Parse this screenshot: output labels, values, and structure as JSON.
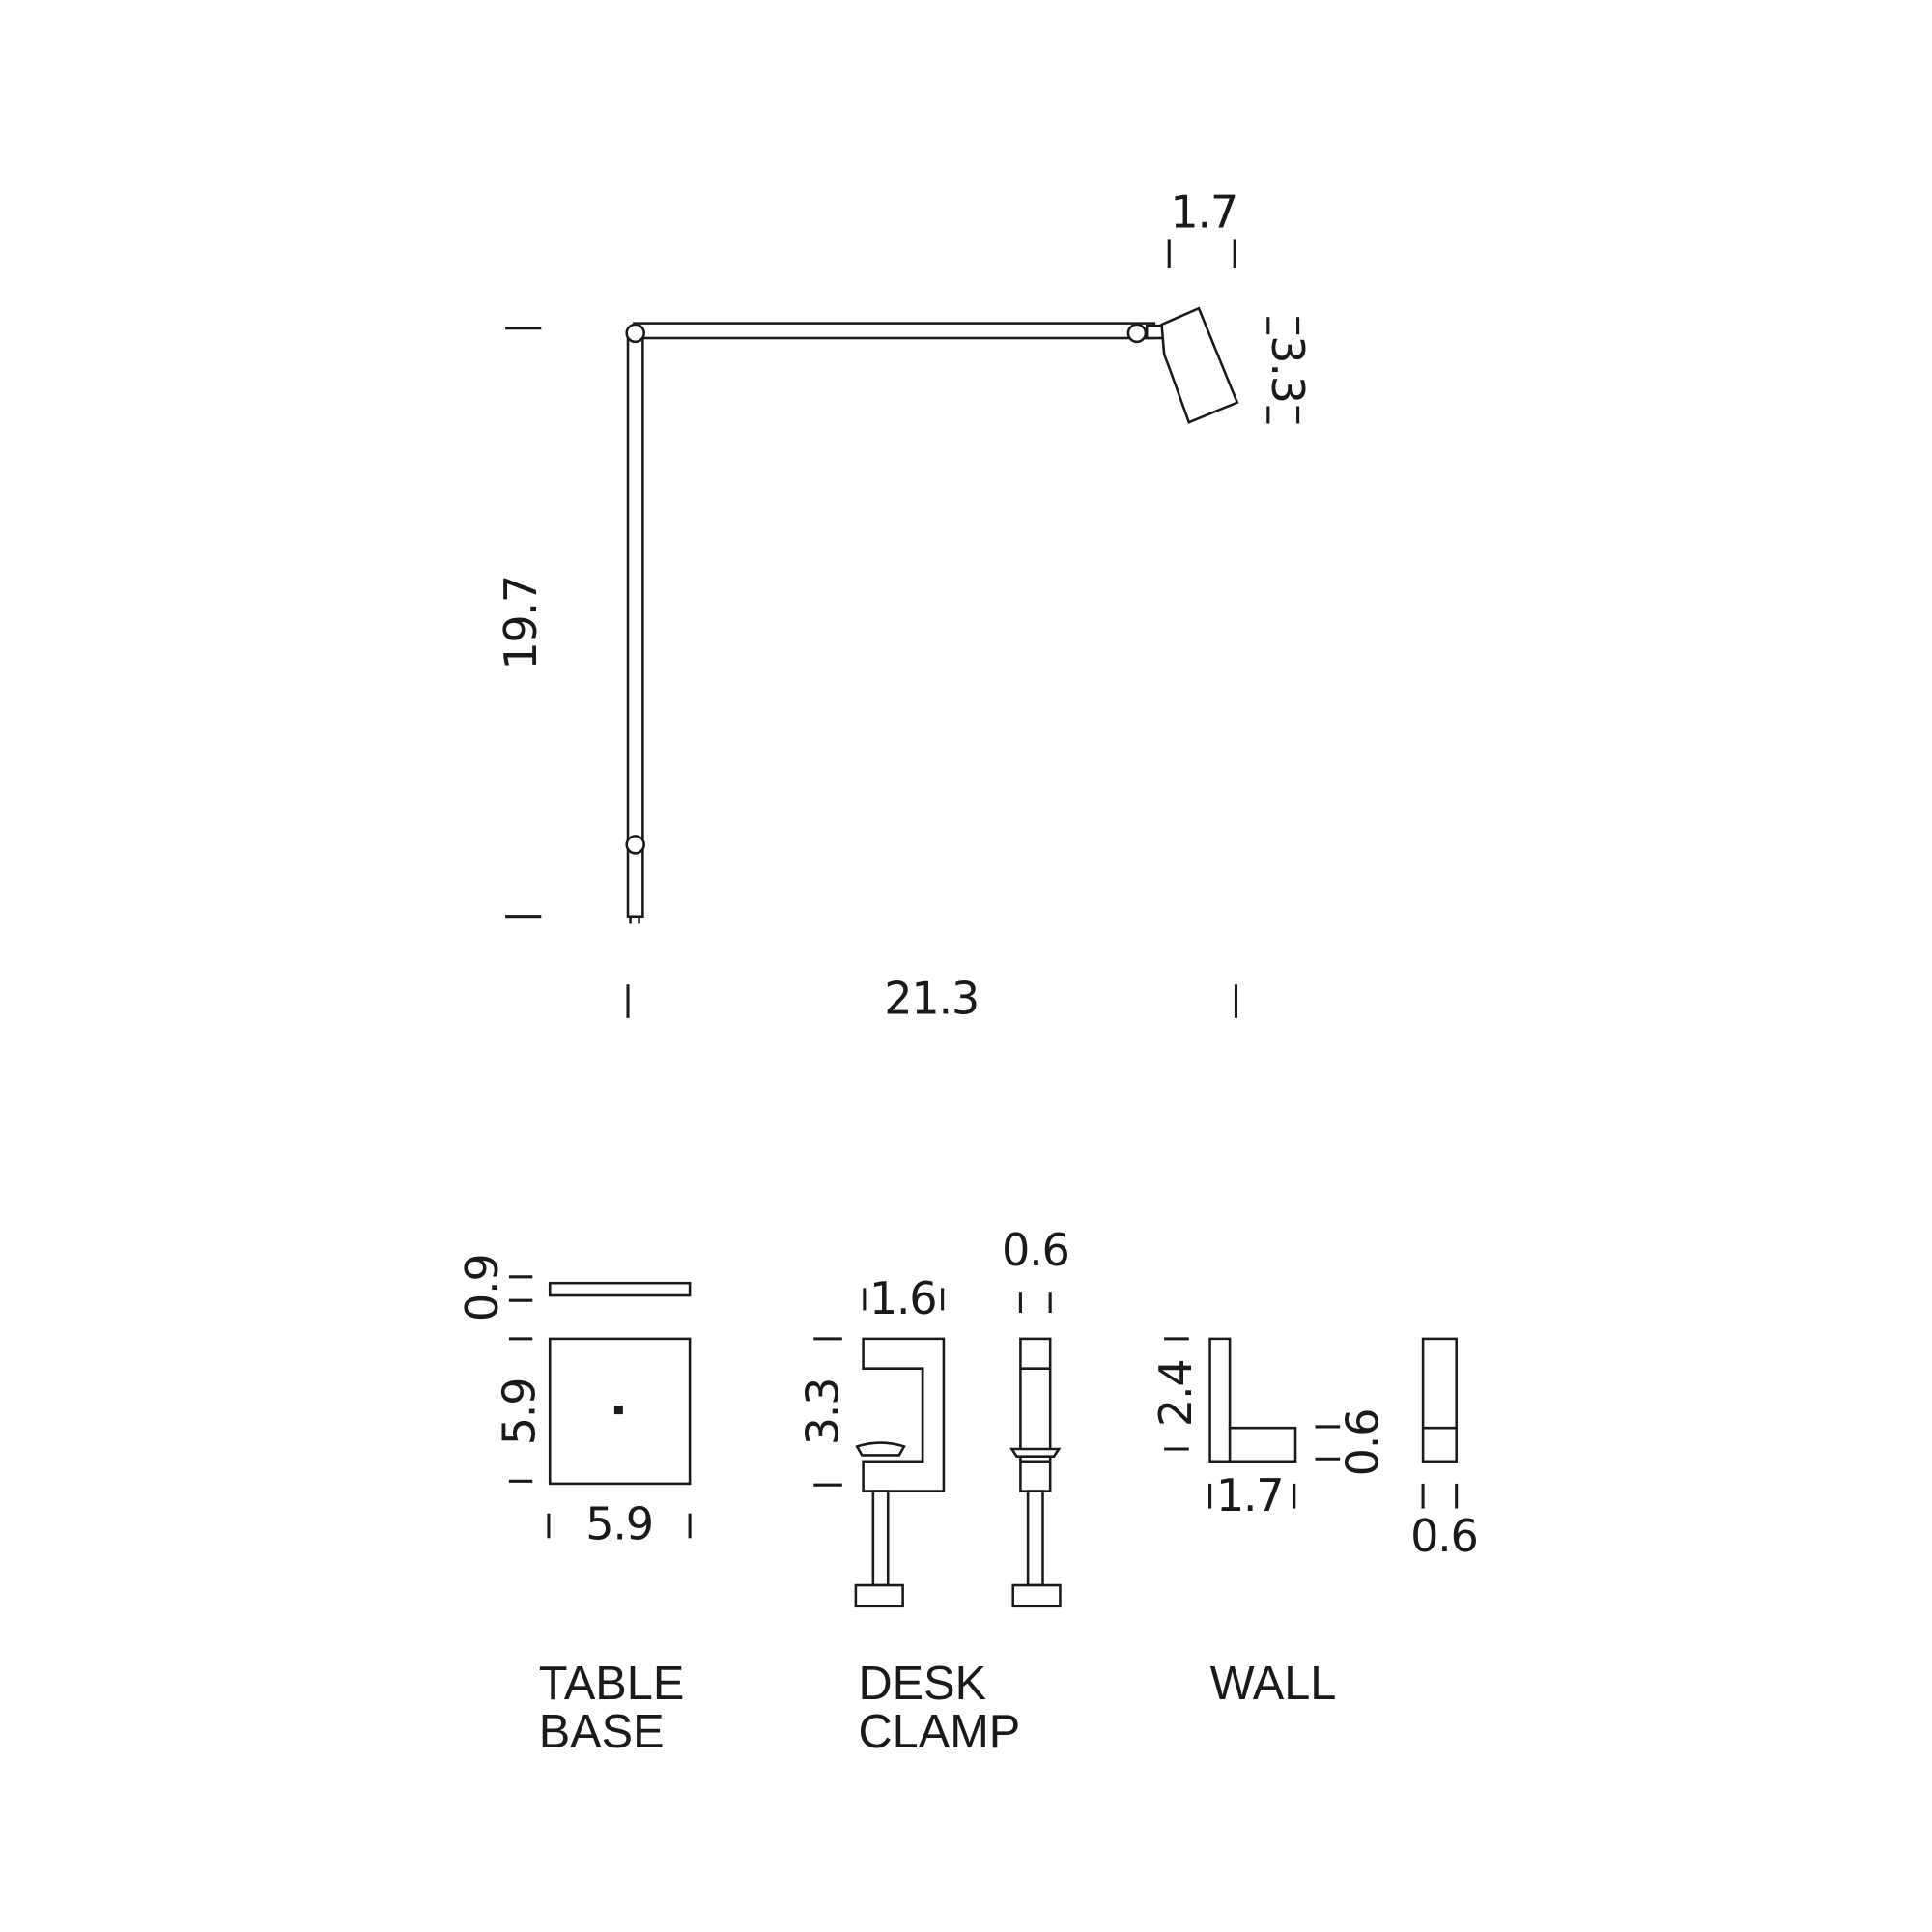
{
  "lamp": {
    "dims": {
      "head_width": "1.7",
      "head_height": "3.3",
      "arm_height": "19.7",
      "arm_reach": "21.3"
    }
  },
  "table_base": {
    "label_line1": "TABLE",
    "label_line2": "BASE",
    "dims": {
      "thickness": "0.9",
      "depth": "5.9",
      "width": "5.9"
    }
  },
  "desk_clamp": {
    "label_line1": "DESK",
    "label_line2": "CLAMP",
    "dims": {
      "width": "1.6",
      "height": "3.3",
      "side_width": "0.6"
    }
  },
  "wall": {
    "label": "WALL",
    "dims": {
      "height": "2.4",
      "width": "1.7",
      "foot_height": "0.6",
      "side_width": "0.6"
    }
  }
}
